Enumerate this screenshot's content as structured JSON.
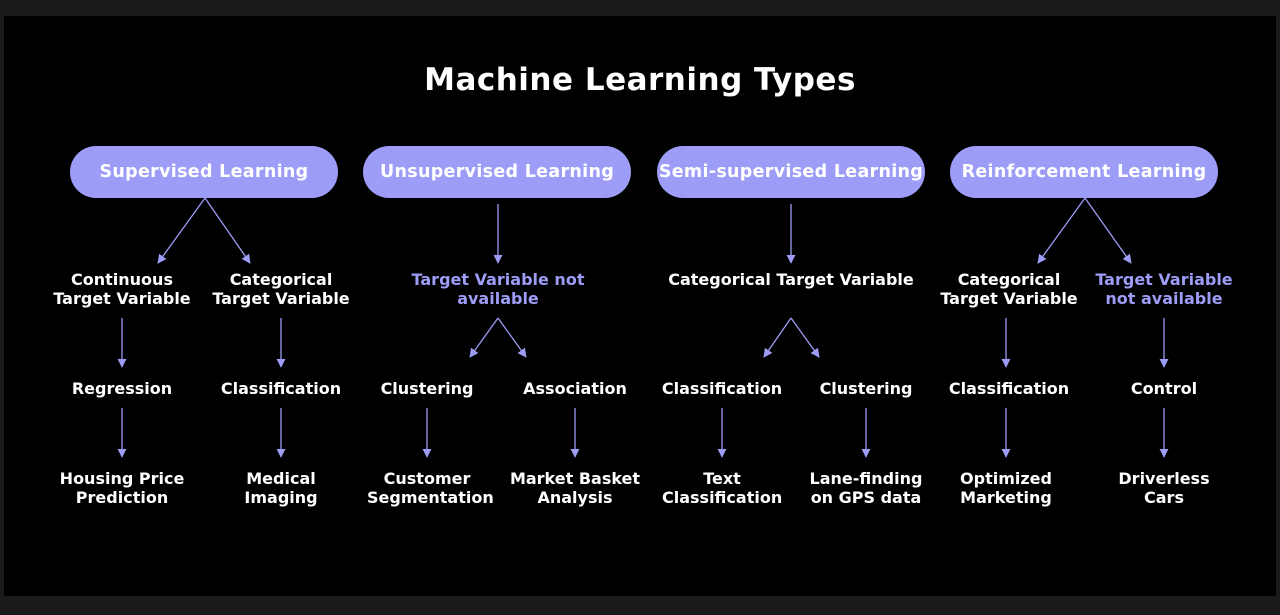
{
  "title": "Machine Learning Types",
  "colors": {
    "background": "#000000",
    "accent": "#9d9cf7",
    "text": "#ffffff"
  },
  "categories": [
    {
      "name": "Supervised Learning",
      "targets": [
        {
          "label": "Continuous Target Variable",
          "method": "Regression",
          "example": "Housing Price Prediction"
        },
        {
          "label": "Categorical Target Variable",
          "method": "Classification",
          "example": "Medical Imaging"
        }
      ]
    },
    {
      "name": "Unsupervised Learning",
      "target": "Target Variable not available",
      "methods": [
        {
          "method": "Clustering",
          "example": "Customer Segmentation"
        },
        {
          "method": "Association",
          "example": "Market Basket Analysis"
        }
      ]
    },
    {
      "name": "Semi-supervised Learning",
      "target": "Categorical Target Variable",
      "methods": [
        {
          "method": "Classification",
          "example": "Text Classification"
        },
        {
          "method": "Clustering",
          "example": "Lane-finding on GPS data"
        }
      ]
    },
    {
      "name": "Reinforcement Learning",
      "targets": [
        {
          "label": "Categorical Target Variable",
          "method": "Classification",
          "example": "Optimized Marketing"
        },
        {
          "label": "Target Variable not available",
          "method": "Control",
          "example": "Driverless Cars"
        }
      ]
    }
  ]
}
